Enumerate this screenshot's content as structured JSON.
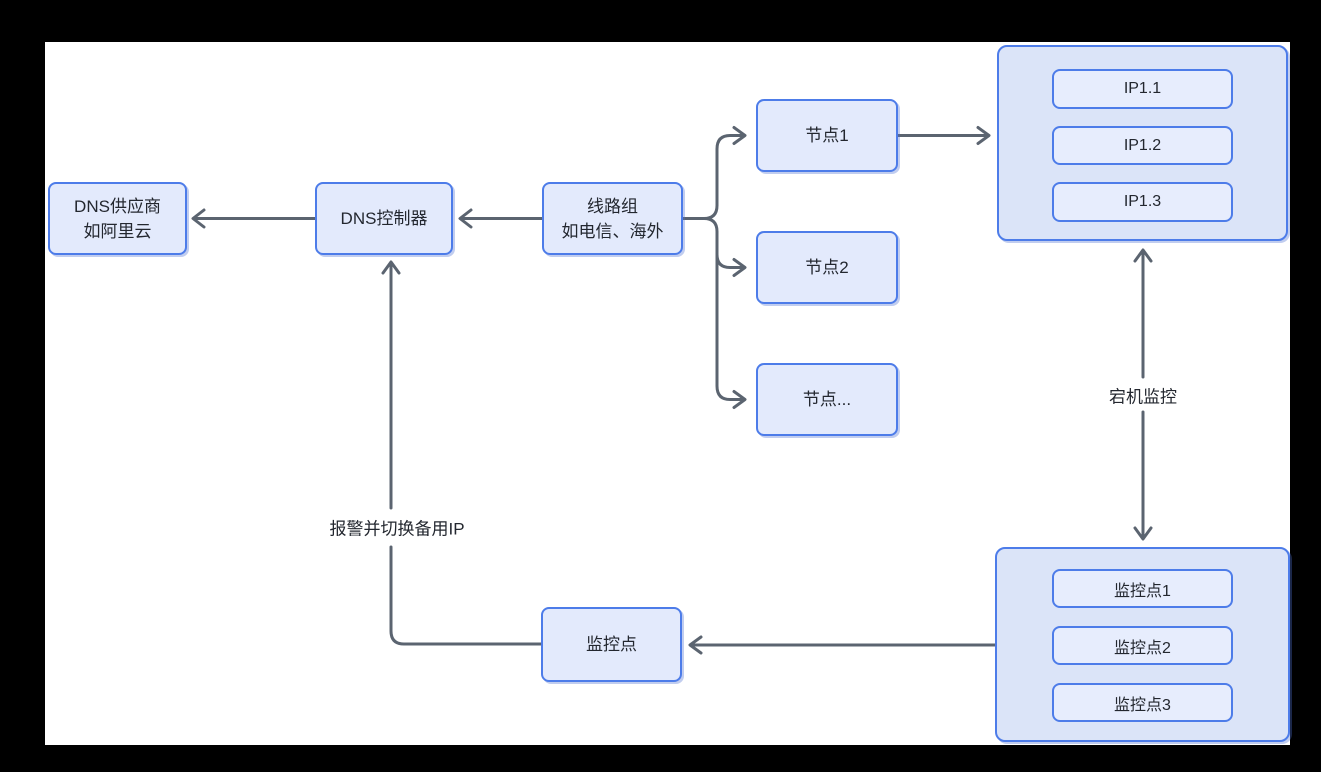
{
  "diagram": {
    "nodes": {
      "dns_provider": {
        "line1": "DNS供应商",
        "line2": "如阿里云"
      },
      "dns_controller": {
        "label": "DNS控制器"
      },
      "line_group": {
        "line1": "线路组",
        "line2": "如电信、海外"
      },
      "node1": {
        "label": "节点1"
      },
      "node2": {
        "label": "节点2"
      },
      "node_more": {
        "label": "节点..."
      },
      "monitor_point": {
        "label": "监控点"
      }
    },
    "groups": {
      "ip_group": {
        "items": [
          "IP1.1",
          "IP1.2",
          "IP1.3"
        ]
      },
      "monitor_group": {
        "items": [
          "监控点1",
          "监控点2",
          "监控点3"
        ]
      }
    },
    "edge_labels": {
      "downtime_monitoring": "宕机监控",
      "alert_and_switch": "报警并切换备用IP"
    },
    "colors": {
      "node_border": "#4d7ce9",
      "node_fill": "#e3eafc",
      "group_fill": "#dbe4f8",
      "group_item_fill": "#e7edfd",
      "connector": "#5b6470",
      "text": "#23272f",
      "canvas_bg": "#ffffff",
      "page_bg": "#000000"
    }
  }
}
